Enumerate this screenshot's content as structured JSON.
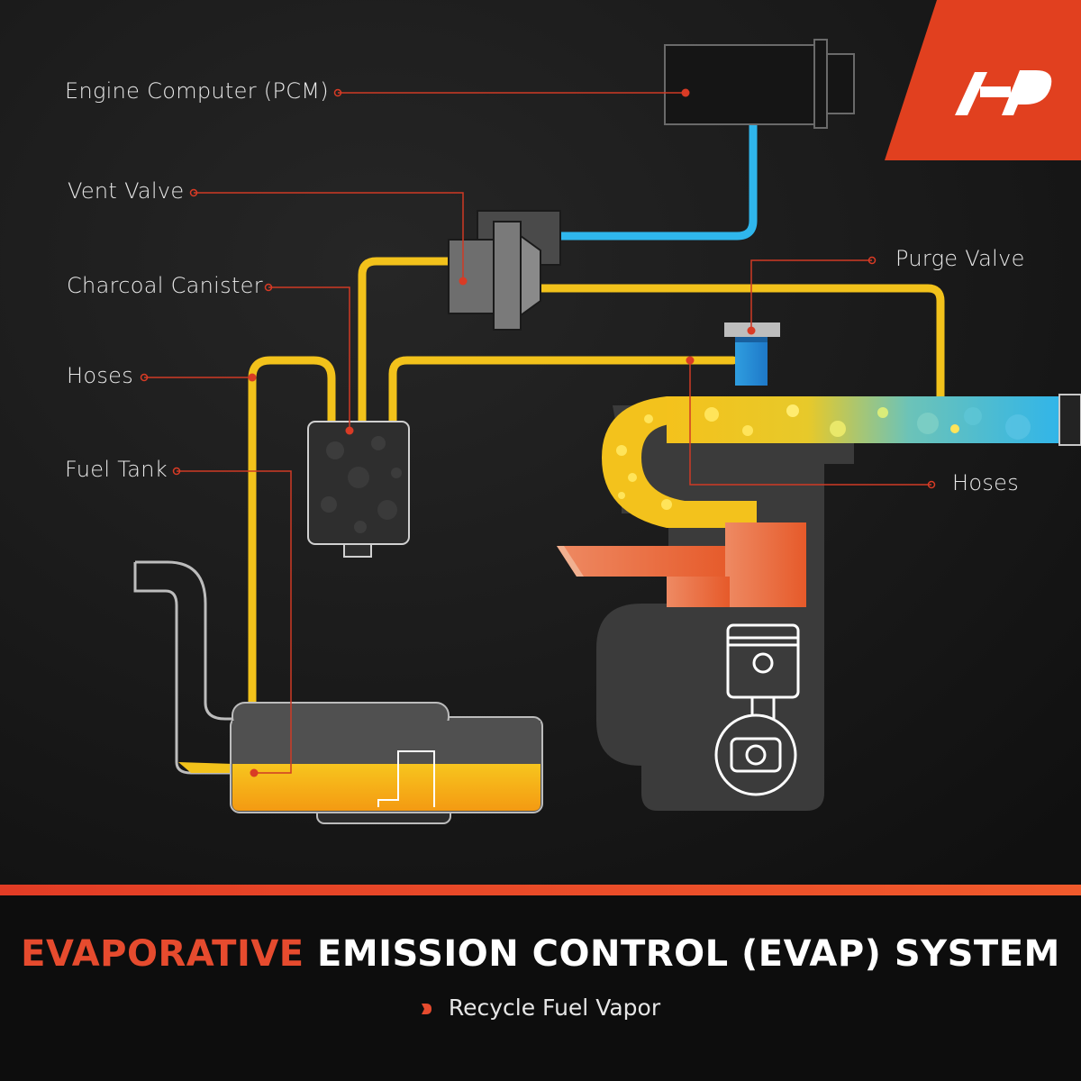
{
  "labels": {
    "pcm": "Engine Computer (PCM)",
    "vent_valve": "Vent Valve",
    "charcoal_canister": "Charcoal Canister",
    "hoses_left": "Hoses",
    "fuel_tank": "Fuel Tank",
    "purge_valve": "Purge Valve",
    "hoses_right": "Hoses"
  },
  "title": {
    "accent": "EVAPORATIVE",
    "rest": "EMISSION CONTROL (EVAP) SYSTEM"
  },
  "subtitle": "Recycle Fuel Vapor",
  "colors": {
    "background": "#141414",
    "accent": "#e64b2e",
    "hose_yellow": "#f2c21b",
    "signal_blue": "#2fb6ec",
    "component_gray": "#5c5c5c",
    "engine_body": "#3a3a3a",
    "footer_bg": "#0d0d0d"
  },
  "icons": {
    "logo": "ap-logo",
    "bullet": "play-shape-icon"
  }
}
